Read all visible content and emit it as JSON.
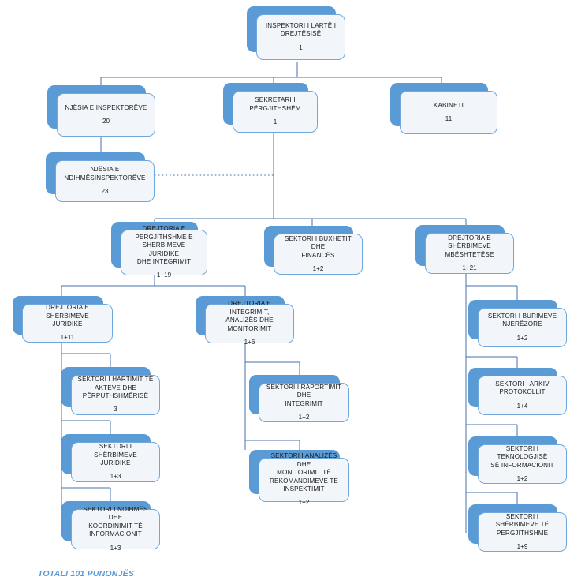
{
  "chart_data": {
    "type": "diagram",
    "diagram_type": "organizational-chart",
    "title": "",
    "footer_note": "TOTALI 101 PUNONJËS",
    "colors": {
      "node_fill": "#F2F6FB",
      "node_border": "#6FA8DC",
      "node_shadow": "#5B9BD5",
      "connector": "#4472A8",
      "footer_text": "#5B9BD5",
      "background": "#FFFFFF"
    },
    "nodes": [
      {
        "id": "n1",
        "title": "INSPEKTORI I LARTË I\nDREJTËSISË",
        "count": "1"
      },
      {
        "id": "n2",
        "title": "NJËSIA E INSPEKTORËVE",
        "count": "20"
      },
      {
        "id": "n3",
        "title": "SEKRETARI I\nPËRGJITHSHËM",
        "count": "1"
      },
      {
        "id": "n4",
        "title": "KABINETI",
        "count": "11"
      },
      {
        "id": "n5",
        "title": "NJËSIA E\nNDIHMËSINSPEKTORËVE",
        "count": "23"
      },
      {
        "id": "n6",
        "title": "DREJTORIA E\nPËRGJITHSHME E\nSHËRBIMEVE JURIDIKE\nDHE INTEGRIMIT",
        "count": "1+19"
      },
      {
        "id": "n7",
        "title": "SEKTORI I BUXHETIT DHE\nFINANCËS",
        "count": "1+2"
      },
      {
        "id": "n8",
        "title": "DREJTORIA E SHËRBIMEVE\nMBËSHTETËSE",
        "count": "1+21"
      },
      {
        "id": "n9",
        "title": "DREJTORIA E SHËRBIMEVE\nJURIDIKE",
        "count": "1+11"
      },
      {
        "id": "n10",
        "title": "DREJTORIA E INTEGRIMIT,\nANALIZËS DHE\nMONITORIMIT",
        "count": "1+6"
      },
      {
        "id": "n11",
        "title": "SEKTORI I HARTIMIT TË\nAKTEVE DHE\nPËRPUTHSHMËRISË",
        "count": "3"
      },
      {
        "id": "n12",
        "title": "SEKTORI I SHËRBIMEVE\nJURIDIKE",
        "count": "1+3"
      },
      {
        "id": "n13",
        "title": "SEKTORI I NDIHMËS DHE\nKOORDINIMIT TË\nINFORMACIONIT",
        "count": "1+3"
      },
      {
        "id": "n14",
        "title": "SEKTORI I RAPORTIMIT DHE\nINTEGRIMIT",
        "count": "1+2"
      },
      {
        "id": "n15",
        "title": "SEKTORI I ANALIZËS DHE\nMONITORIMIT TË\nREKOMANDIMEVE TË\nINSPEKTIMIT",
        "count": "1+2"
      },
      {
        "id": "n16",
        "title": "SEKTORI I BURIMEVE\nNJERËZORE",
        "count": "1+2"
      },
      {
        "id": "n17",
        "title": "SEKTORI I ARKIV\nPROTOKOLLIT",
        "count": "1+4"
      },
      {
        "id": "n18",
        "title": "SEKTORI I TEKNOLOGJISË\nSË INFORMACIONIT",
        "count": "1+2"
      },
      {
        "id": "n19",
        "title": "SEKTORI I SHËRBIMEVE TË\nPËRGJITHSHME",
        "count": "1+9"
      }
    ],
    "edges": [
      {
        "from": "n1",
        "to": "n2",
        "style": "solid"
      },
      {
        "from": "n1",
        "to": "n3",
        "style": "solid"
      },
      {
        "from": "n1",
        "to": "n4",
        "style": "solid"
      },
      {
        "from": "n2",
        "to": "n5",
        "style": "solid"
      },
      {
        "from": "n5",
        "to": "n3",
        "style": "dotted"
      },
      {
        "from": "n3",
        "to": "n6",
        "style": "solid"
      },
      {
        "from": "n3",
        "to": "n7",
        "style": "solid"
      },
      {
        "from": "n3",
        "to": "n8",
        "style": "solid"
      },
      {
        "from": "n6",
        "to": "n9",
        "style": "solid"
      },
      {
        "from": "n6",
        "to": "n10",
        "style": "solid"
      },
      {
        "from": "n9",
        "to": "n11",
        "style": "solid"
      },
      {
        "from": "n9",
        "to": "n12",
        "style": "solid"
      },
      {
        "from": "n9",
        "to": "n13",
        "style": "solid"
      },
      {
        "from": "n10",
        "to": "n14",
        "style": "solid"
      },
      {
        "from": "n10",
        "to": "n15",
        "style": "solid"
      },
      {
        "from": "n8",
        "to": "n16",
        "style": "solid"
      },
      {
        "from": "n8",
        "to": "n17",
        "style": "solid"
      },
      {
        "from": "n8",
        "to": "n18",
        "style": "solid"
      },
      {
        "from": "n8",
        "to": "n19",
        "style": "solid"
      }
    ]
  }
}
